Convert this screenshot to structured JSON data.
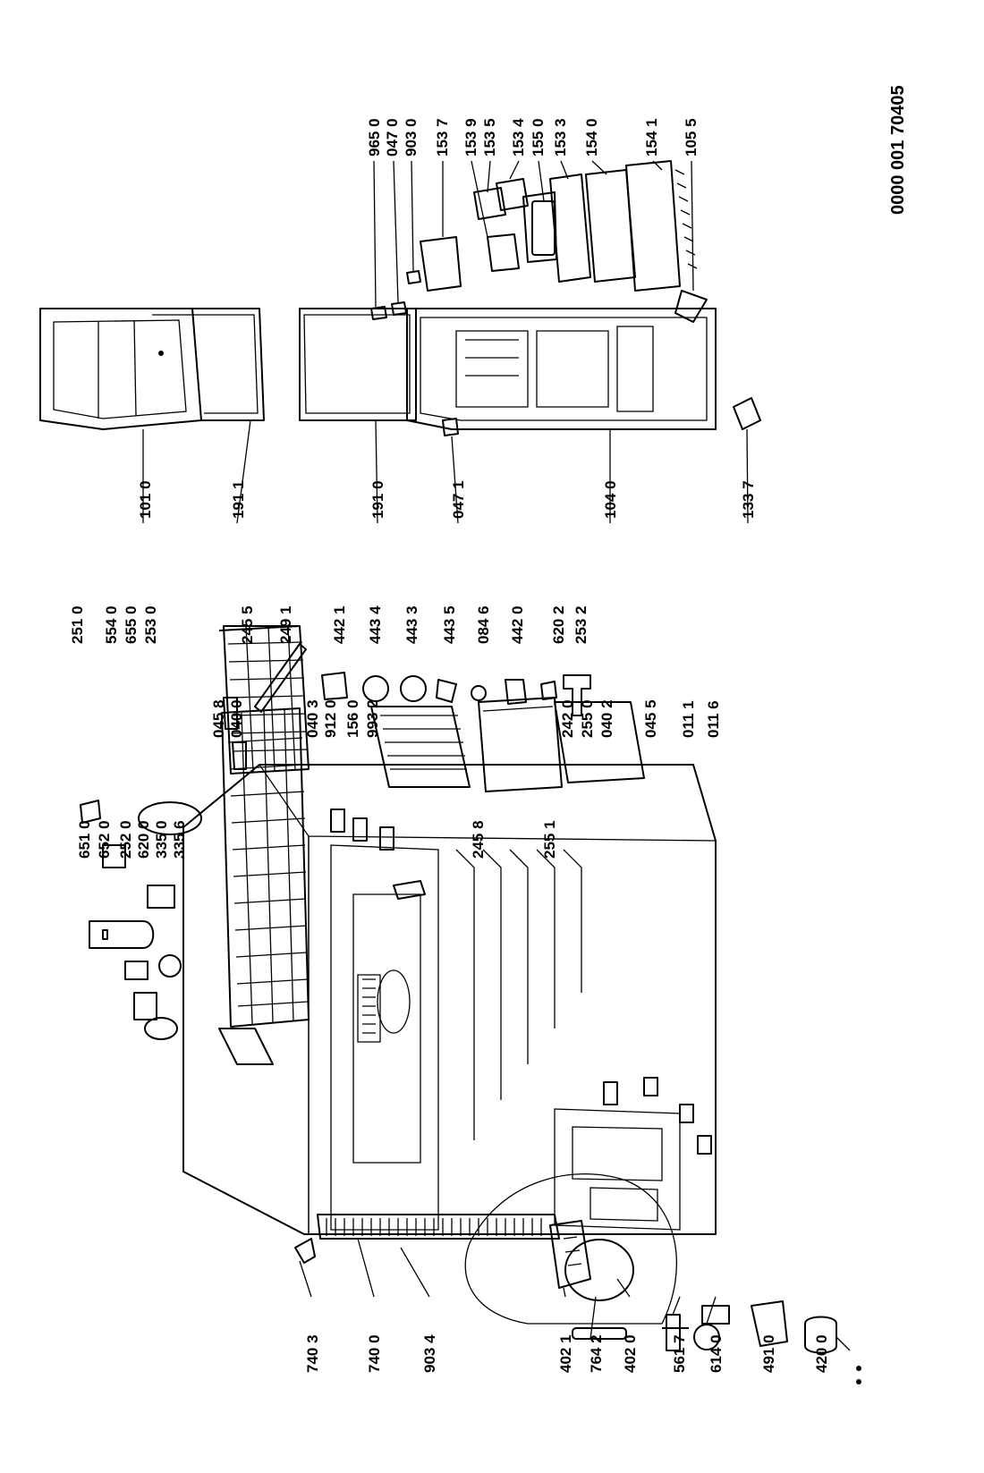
{
  "document_code": "0000 001 70405",
  "labels": {
    "left_bottom": [
      "740 3",
      "740 0",
      "903 4",
      "402 1",
      "764 2",
      "402 0",
      "561 7",
      "614 0",
      "491 0",
      "420 0"
    ],
    "hinges": [
      "045 8",
      "040 0",
      "040 3",
      "912 0",
      "156 0",
      "993 2",
      "242 0",
      "255 0",
      "040 2",
      "045 5",
      "011 1",
      "011 6"
    ],
    "thermostat_bottom": [
      "651 0",
      "652 0",
      "252 0",
      "620 0",
      "335 0",
      "335 6",
      "245 8",
      "255 1"
    ],
    "thermostat_top": [
      "251 0",
      "554 0",
      "655 0",
      "253 0",
      "245 5",
      "249 1",
      "442 1",
      "443 4",
      "443 3",
      "443 5",
      "084 6",
      "442 0",
      "620 2",
      "253 2"
    ],
    "door_bottom": [
      "101 0",
      "191 1",
      "191 0",
      "047 1",
      "104 0",
      "133 7"
    ],
    "door_top": [
      "965 0",
      "047 0",
      "903 0",
      "153 7",
      "153 9",
      "153 5",
      "153 4",
      "155 0",
      "153 3",
      "154 0",
      "154 1",
      "105 5"
    ]
  }
}
